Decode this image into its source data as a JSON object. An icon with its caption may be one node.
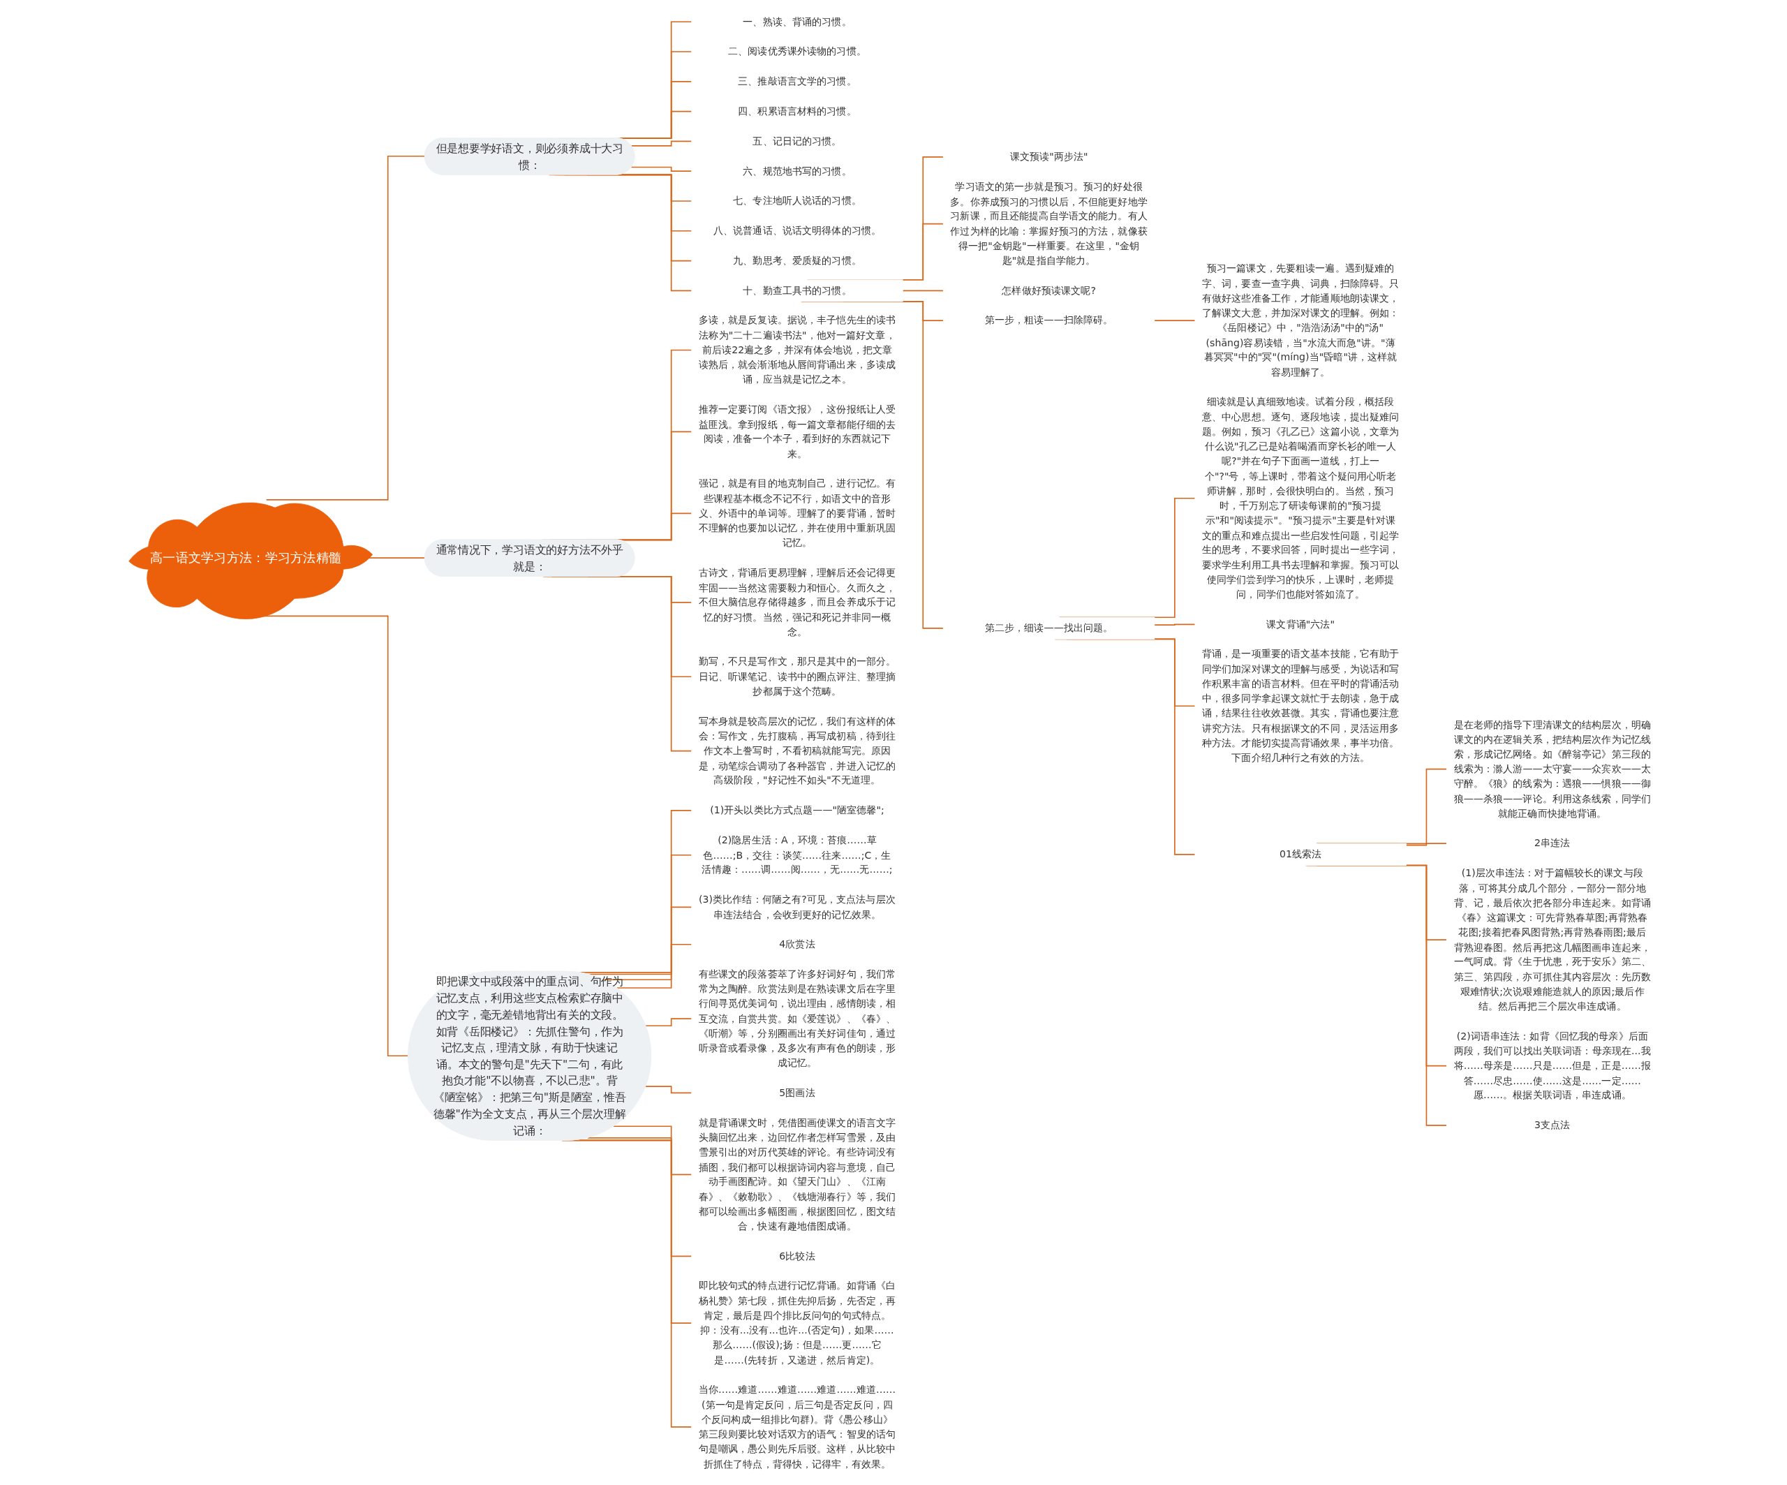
{
  "diagram": {
    "nodes": [
      {
        "text": [
          "高一语文学习方法：学习方法精髓"
        ]
      },
      {
        "text": [
          "但是想要学好语文，则必须养成十大习惯："
        ]
      },
      {
        "text": [
          "一、熟读、背诵的习惯。"
        ]
      },
      {
        "text": [
          "二、阅读优秀课外读物的习惯。"
        ]
      },
      {
        "text": [
          "三、推敲语言文学的习惯。"
        ]
      },
      {
        "text": [
          "四、积累语言材料的习惯。"
        ]
      },
      {
        "text": [
          "五、记日记的习惯。"
        ]
      },
      {
        "text": [
          "六、规范地书写的习惯。"
        ]
      },
      {
        "text": [
          "七、专注地听人说话的习惯。"
        ]
      },
      {
        "text": [
          "八、说普通话、说话文明得体的习惯。"
        ]
      },
      {
        "text": [
          "九、勤思考、爱质疑的习惯。"
        ]
      },
      {
        "text": [
          "十、勤查工具书的习惯。"
        ]
      },
      {
        "text": [
          "课文预读\"两步法\""
        ]
      },
      {
        "text": [
          "学习语文的第一步就是预习。预习的好处很多。你养成预习的习惯以后，不但能更好地学习新课，而且还能提高自学语文的能力。有人作过为样的比喻：掌握好预习的方法，就像获得一把\"金钥匙\"一样重要。在这里，\"金钥匙\"就是指自学能力。"
        ]
      },
      {
        "text": [
          "怎样做好预读课文呢?"
        ]
      },
      {
        "text": [
          "第一步，粗读——扫除障碍。"
        ]
      },
      {
        "text": [
          "预习一篇课文，先要粗读一遍。遇到疑难的字、词，要查一查字典、词典，扫除障碍。只有做好这些准备工作，才能通顺地朗读课文，了解课文大意，并加深对课文的理解。例如：《岳阳楼记》中，\"浩浩汤汤\"中的\"汤\"(shāng)容易读错，当\"水流大而急\"讲。\"薄暮冥冥\"中的\"冥\"(míng)当\"昏暗\"讲，这样就容易理解了。"
        ]
      },
      {
        "text": [
          "细读就是认真细致地读。试着分段，概括段意、中心思想。逐句、逐段地读，提出疑难问题。例如，预习《孔乙已》这篇小说，文章为什么说\"孔乙已是站着喝酒而穿长衫的唯一人呢?\"并在句子下面画一道线，打上一个\"?\"号，等上课时，带着这个疑问用心听老师讲解，那时，会很快明白的。当然，预习时，千万别忘了研读每课前的\"预习提示\"和\"阅读提示\"。\"预习提示\"主要是针对课文的重点和难点提出一些启发性问题，引起学生的思考，不要求回答，同时提出一些字词，要求学生利用工具书去理解和掌握。预习可以使同学们尝到学习的快乐，上课时，老师提问，同学们也能对答如流了。"
        ]
      },
      {
        "text": [
          "课文背诵\"六法\""
        ]
      },
      {
        "text": [
          "背诵，是一项重要的语文基本技能，它有助于同学们加深对课文的理解与感受，为说话和写作积累丰富的语言材料。但在平时的背诵活动中，很多同学拿起课文就忙于去朗读，急于成诵，结果往往收效甚微。其实，背诵也要注意讲究方法。只有根据课文的不同，灵活运用多种方法。才能切实提高背诵效果，事半功倍。下面介绍几种行之有效的方法。"
        ]
      },
      {
        "text": [
          "第二步，细读——找出问题。"
        ]
      },
      {
        "text": [
          "是在老师的指导下理清课文的结构层次，明确课文的内在逻辑关系，把结构层次作为记忆线索，形成记忆网络。如《醉翁亭记》第三段的线索为：滁人游——太守宴——众宾欢——太守醉。《狼》的线索为：遇狼——惧狼——御狼——杀狼——评论。利用这条线索，同学们就能正确而快捷地背诵。"
        ]
      },
      {
        "text": [
          "2串连法"
        ]
      },
      {
        "text": [
          "(1)层次串连法：对于篇幅较长的课文与段落，可将其分成几个部分，一部分一部分地背、记，最后依次把各部分串连起来。如背诵《春》这篇课文：可先背熟春草图;再背熟春花图;接着把春风图背熟;再背熟春雨图;最后背熟迎春图。然后再把这几幅图画串连起来，一气呵成。背《生于忧患，死于安乐》第二、第三、第四段，亦可抓住其内容层次：先历数艰难情状;次说艰难能造就人的原因;最后作结。然后再把三个层次串连成诵。"
        ]
      },
      {
        "text": [
          "01线索法"
        ]
      },
      {
        "text": [
          "(2)词语串连法：如背《回忆我的母亲》后面两段，我们可以找出关联词语：母亲现在...我将……母亲是……只是……但是，正是……报答……尽忠……使……这是……一定……愿……。根据关联词语，串连成诵。"
        ]
      },
      {
        "text": [
          "3支点法"
        ]
      },
      {
        "text": [
          "通常情况下，学习语文的好方法不外乎就是："
        ]
      },
      {
        "text": [
          "多读，就是反复读。据说，丰子恺先生的读书法称为\"二十二遍读书法\"，他对一篇好文章，前后读22遍之多，并深有体会地说，把文章读熟后，就会渐渐地从唇间背诵出来，多读成诵，应当就是记忆之本。"
        ]
      },
      {
        "text": [
          "推荐一定要订阅《语文报》，这份报纸让人受益匪浅。拿到报纸，每一篇文章都能仔细的去阅读，准备一个本子，看到好的东西就记下来。"
        ]
      },
      {
        "text": [
          "强记，就是有目的地克制自己，进行记忆。有些课程基本概念不记不行，如语文中的音形义、外语中的单词等。理解了的要背诵，暂时不理解的也要加以记忆，并在使用中重新巩固记忆。"
        ]
      },
      {
        "text": [
          "古诗文，背诵后更易理解，理解后还会记得更牢固——当然这需要毅力和恒心。久而久之，不但大脑信息存储得越多，而且会养成乐于记忆的好习惯。当然，强记和死记并非同一概念。"
        ]
      },
      {
        "text": [
          "勤写，不只是写作文，那只是其中的一部分。日记、听课笔记、读书中的圈点评注、整理摘抄都属于这个范畴。"
        ]
      },
      {
        "text": [
          "写本身就是较高层次的记忆，我们有这样的体会：写作文，先打腹稿，再写成初稿，待到往作文本上誊写时，不看初稿就能写完。原因是，动笔综合调动了各种器官，并进入记忆的高级阶段，\"好记性不如头\"不无道理。"
        ]
      },
      {
        "text": [
          "即把课文中或段落中的重点词、句作为记忆支点，利用这些支点检索贮存脑中的文字，毫无差错地背出有关的文段。如背《岳阳楼记》：先抓住警句，作为记忆支点，理清文脉，有助于快速记诵。本文的警句是\"先天下\"二句，有此抱负才能\"不以物喜，不以己悲\"。背《陋室铭》：把第三句\"斯是陋室，惟吾德馨\"作为全文支点，再从三个层次理解记诵："
        ]
      },
      {
        "text": [
          "(1)开头以类比方式点题——\"陋室德馨\";"
        ]
      },
      {
        "text": [
          "(2)隐居生活：A，环境：苔痕……草色……;B，交往：谈笑……往来……;C，生活情趣：……调……阅……，无……无……;"
        ]
      },
      {
        "text": [
          "(3)类比作结：何陋之有?可见，支点法与层次串连法结合，会收到更好的记忆效果。"
        ]
      },
      {
        "text": [
          "4欣赏法"
        ]
      },
      {
        "text": [
          "有些课文的段落荟萃了许多好词好句，我们常常为之陶醉。欣赏法则是在熟读课文后在字里行间寻觅优美词句，说出理由，感情朗读，相互交流，自赏共赏。如《爱莲说》、《春》、《听潮》等，分别圈画出有关好词佳句，通过听录音或看录像，及多次有声有色的朗读，形成记忆。"
        ]
      },
      {
        "text": [
          "5图画法"
        ]
      },
      {
        "text": [
          "就是背诵课文时，凭借图画使课文的语言文字头脑回忆出来，边回忆作者怎样写雪景，及由雪景引出的对历代英雄的评论。有些诗词没有插图，我们都可以根据诗词内容与意境，自己动手画图配诗。如《望天门山》、《江南春》、《敕勒歌》、《钱塘湖春行》等，我们都可以绘画出多幅图画，根据图回忆，图文结合，快速有趣地借图成诵。"
        ]
      },
      {
        "text": [
          "6比较法"
        ]
      },
      {
        "text": [
          "即比较句式的特点进行记忆背诵。如背诵《白杨礼赞》第七段，抓住先抑后扬，先否定，再肯定，最后是四个排比反问句的句式特点。抑：没有...没有...也许...(否定句)，如果……那么……(假设);扬：但是……更……它是……(先转折，又递进，然后肯定)。"
        ]
      },
      {
        "text": [
          "当你……难道……难道……难道……难道……(第一句是肯定反问，后三句是否定反问，四个反问构成一组排比句群)。背《愚公移山》第三段则要比较对话双方的语气：智叟的话句句是嘲讽，愚公则先斥后驳。这样，从比较中折抓住了特点，背得快，记得牢，有效果。"
        ]
      }
    ],
    "edges": [
      {
        "from": 0,
        "to": 1,
        "arrow": "none"
      },
      {
        "from": 1,
        "to": 2,
        "arrow": "none"
      },
      {
        "from": 1,
        "to": 3,
        "arrow": "none"
      },
      {
        "from": 1,
        "to": 4,
        "arrow": "none"
      },
      {
        "from": 1,
        "to": 5,
        "arrow": "none"
      },
      {
        "from": 1,
        "to": 6,
        "arrow": "none"
      },
      {
        "from": 1,
        "to": 7,
        "arrow": "none"
      },
      {
        "from": 1,
        "to": 8,
        "arrow": "none"
      },
      {
        "from": 1,
        "to": 9,
        "arrow": "none"
      },
      {
        "from": 1,
        "to": 10,
        "arrow": "none"
      },
      {
        "from": 1,
        "to": 11,
        "arrow": "none"
      },
      {
        "from": 11,
        "to": 12,
        "arrow": "none"
      },
      {
        "from": 11,
        "to": 13,
        "arrow": "none"
      },
      {
        "from": 11,
        "to": 14,
        "arrow": "none"
      },
      {
        "from": 11,
        "to": 15,
        "arrow": "none"
      },
      {
        "from": 15,
        "to": 16,
        "arrow": "none"
      },
      {
        "from": 11,
        "to": 20,
        "arrow": "none"
      },
      {
        "from": 20,
        "to": 17,
        "arrow": "none"
      },
      {
        "from": 20,
        "to": 18,
        "arrow": "none"
      },
      {
        "from": 20,
        "to": 19,
        "arrow": "none"
      },
      {
        "from": 20,
        "to": 24,
        "arrow": "none"
      },
      {
        "from": 24,
        "to": 21,
        "arrow": "none"
      },
      {
        "from": 24,
        "to": 22,
        "arrow": "none"
      },
      {
        "from": 24,
        "to": 23,
        "arrow": "none"
      },
      {
        "from": 24,
        "to": 25,
        "arrow": "none"
      },
      {
        "from": 24,
        "to": 26,
        "arrow": "none"
      },
      {
        "from": 0,
        "to": 27,
        "arrow": "none"
      },
      {
        "from": 27,
        "to": 28,
        "arrow": "none"
      },
      {
        "from": 27,
        "to": 29,
        "arrow": "none"
      },
      {
        "from": 27,
        "to": 30,
        "arrow": "none"
      },
      {
        "from": 27,
        "to": 31,
        "arrow": "none"
      },
      {
        "from": 27,
        "to": 32,
        "arrow": "none"
      },
      {
        "from": 27,
        "to": 33,
        "arrow": "none"
      },
      {
        "from": 0,
        "to": 34,
        "arrow": "none"
      },
      {
        "from": 34,
        "to": 35,
        "arrow": "none"
      },
      {
        "from": 34,
        "to": 36,
        "arrow": "none"
      },
      {
        "from": 34,
        "to": 37,
        "arrow": "none"
      },
      {
        "from": 34,
        "to": 38,
        "arrow": "none"
      },
      {
        "from": 34,
        "to": 39,
        "arrow": "none"
      },
      {
        "from": 34,
        "to": 40,
        "arrow": "none"
      },
      {
        "from": 34,
        "to": 41,
        "arrow": "none"
      },
      {
        "from": 34,
        "to": 42,
        "arrow": "none"
      },
      {
        "from": 34,
        "to": 43,
        "arrow": "none"
      },
      {
        "from": 34,
        "to": 44,
        "arrow": "none"
      }
    ]
  }
}
